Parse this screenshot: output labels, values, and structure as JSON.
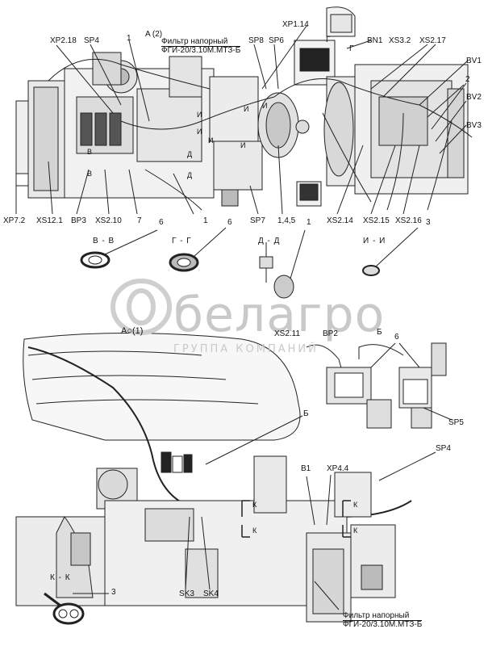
{
  "watermark": {
    "logo_name": "белагро",
    "logo_sub": "ГРУППА КОМПАНИЙ"
  },
  "notes": {
    "filter_top_1": "Фильтр напорный",
    "filter_top_2": "ФГИ-20/3.10М.МТЗ-Б",
    "filter_bottom_1": "Фильтр напорный",
    "filter_bottom_2": "ФГИ-20/3.10М.МТЗ-Б",
    "view_a2": "A (2)",
    "view_a1": "A○(1)"
  },
  "labels": {
    "xp2_18": "XP2.18",
    "sp4_top": "SP4",
    "one_top": "1",
    "sp8": "SP8",
    "sp6": "SP6",
    "xp1_14": "XP1.14",
    "g_top": "Г",
    "g_top2": "Г",
    "bn1": "BN1",
    "xs3_2": "XS3.2",
    "xs2_17": "XS2.17",
    "bv1": "BV1",
    "two": "2",
    "bv2": "BV2",
    "bv3": "BV3",
    "xp7_2": "XP7.2",
    "xs12_1": "XS12.1",
    "bp3": "BP3",
    "xs2_10": "XS2.10",
    "seven": "7",
    "one_mid": "1",
    "sp7": "SP7",
    "one_four_five": "1,4,5",
    "xs2_14": "XS2.14",
    "xs2_15": "XS2.15",
    "xs2_16": "XS2.16",
    "six_a": "6",
    "six_b": "6",
    "one_c": "1",
    "three_a": "3",
    "sec_vv": "В - В",
    "sec_gg": "Г - Г",
    "sec_dd": "Д - Д",
    "sec_ii": "И - И",
    "xs2_11": "XS2.11",
    "bp2": "BP2",
    "b_mid": "Б",
    "six_c": "6",
    "b_left": "Б",
    "sp5": "SP5",
    "sp4_bottom": "SP4",
    "b1": "B1",
    "xp4_4": "XP4.4",
    "k1": "К",
    "k2": "К",
    "k3": "К",
    "k4": "К",
    "sk3": "SK3",
    "sk4": "SK4",
    "sec_kk": "К - К",
    "three_b": "3",
    "v1": "В",
    "v2": "В",
    "i1": "И",
    "i2": "И",
    "i3": "И",
    "i4": "И",
    "i5": "И",
    "i6": "И",
    "d1": "Д",
    "d2": "Д"
  }
}
